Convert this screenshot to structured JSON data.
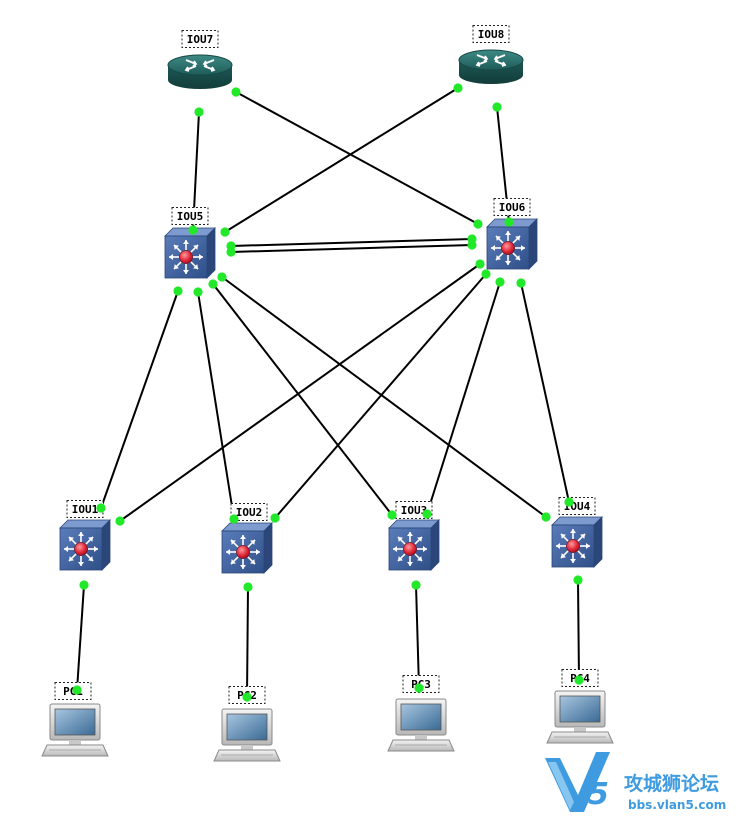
{
  "devices": [
    {
      "id": "IOU7",
      "type": "router",
      "label": "IOU7"
    },
    {
      "id": "IOU8",
      "type": "router",
      "label": "IOU8"
    },
    {
      "id": "IOU5",
      "type": "l3-switch",
      "label": "IOU5"
    },
    {
      "id": "IOU6",
      "type": "l3-switch",
      "label": "IOU6"
    },
    {
      "id": "IOU1",
      "type": "l3-switch",
      "label": "IOU1"
    },
    {
      "id": "IOU2",
      "type": "l3-switch",
      "label": "IOU2"
    },
    {
      "id": "IOU3",
      "type": "l3-switch",
      "label": "IOU3"
    },
    {
      "id": "IOU4",
      "type": "l3-switch",
      "label": "IOU4"
    },
    {
      "id": "PC1",
      "type": "pc",
      "label": "PC1"
    },
    {
      "id": "PC2",
      "type": "pc",
      "label": "PC2"
    },
    {
      "id": "PC3",
      "type": "pc",
      "label": "PC3"
    },
    {
      "id": "PC4",
      "type": "pc",
      "label": "PC4"
    }
  ],
  "links": [
    {
      "from": "IOU7",
      "to": "IOU5"
    },
    {
      "from": "IOU7",
      "to": "IOU6"
    },
    {
      "from": "IOU8",
      "to": "IOU5"
    },
    {
      "from": "IOU8",
      "to": "IOU6"
    },
    {
      "from": "IOU5",
      "to": "IOU6",
      "count": 2
    },
    {
      "from": "IOU5",
      "to": "IOU1"
    },
    {
      "from": "IOU5",
      "to": "IOU2"
    },
    {
      "from": "IOU5",
      "to": "IOU3"
    },
    {
      "from": "IOU5",
      "to": "IOU4"
    },
    {
      "from": "IOU6",
      "to": "IOU1"
    },
    {
      "from": "IOU6",
      "to": "IOU2"
    },
    {
      "from": "IOU6",
      "to": "IOU3"
    },
    {
      "from": "IOU6",
      "to": "IOU4"
    },
    {
      "from": "IOU1",
      "to": "PC1"
    },
    {
      "from": "IOU2",
      "to": "PC2"
    },
    {
      "from": "IOU3",
      "to": "PC3"
    },
    {
      "from": "IOU4",
      "to": "PC4"
    }
  ],
  "colors": {
    "router": "#1f5f5b",
    "switch": "#3f5f98",
    "port_up": "#22e82a",
    "link": "#000000",
    "watermark_blue": "#3f9be0"
  },
  "watermark": {
    "logo_text": "V5",
    "title": "攻城狮论坛",
    "url": "bbs.vlan5.com"
  }
}
